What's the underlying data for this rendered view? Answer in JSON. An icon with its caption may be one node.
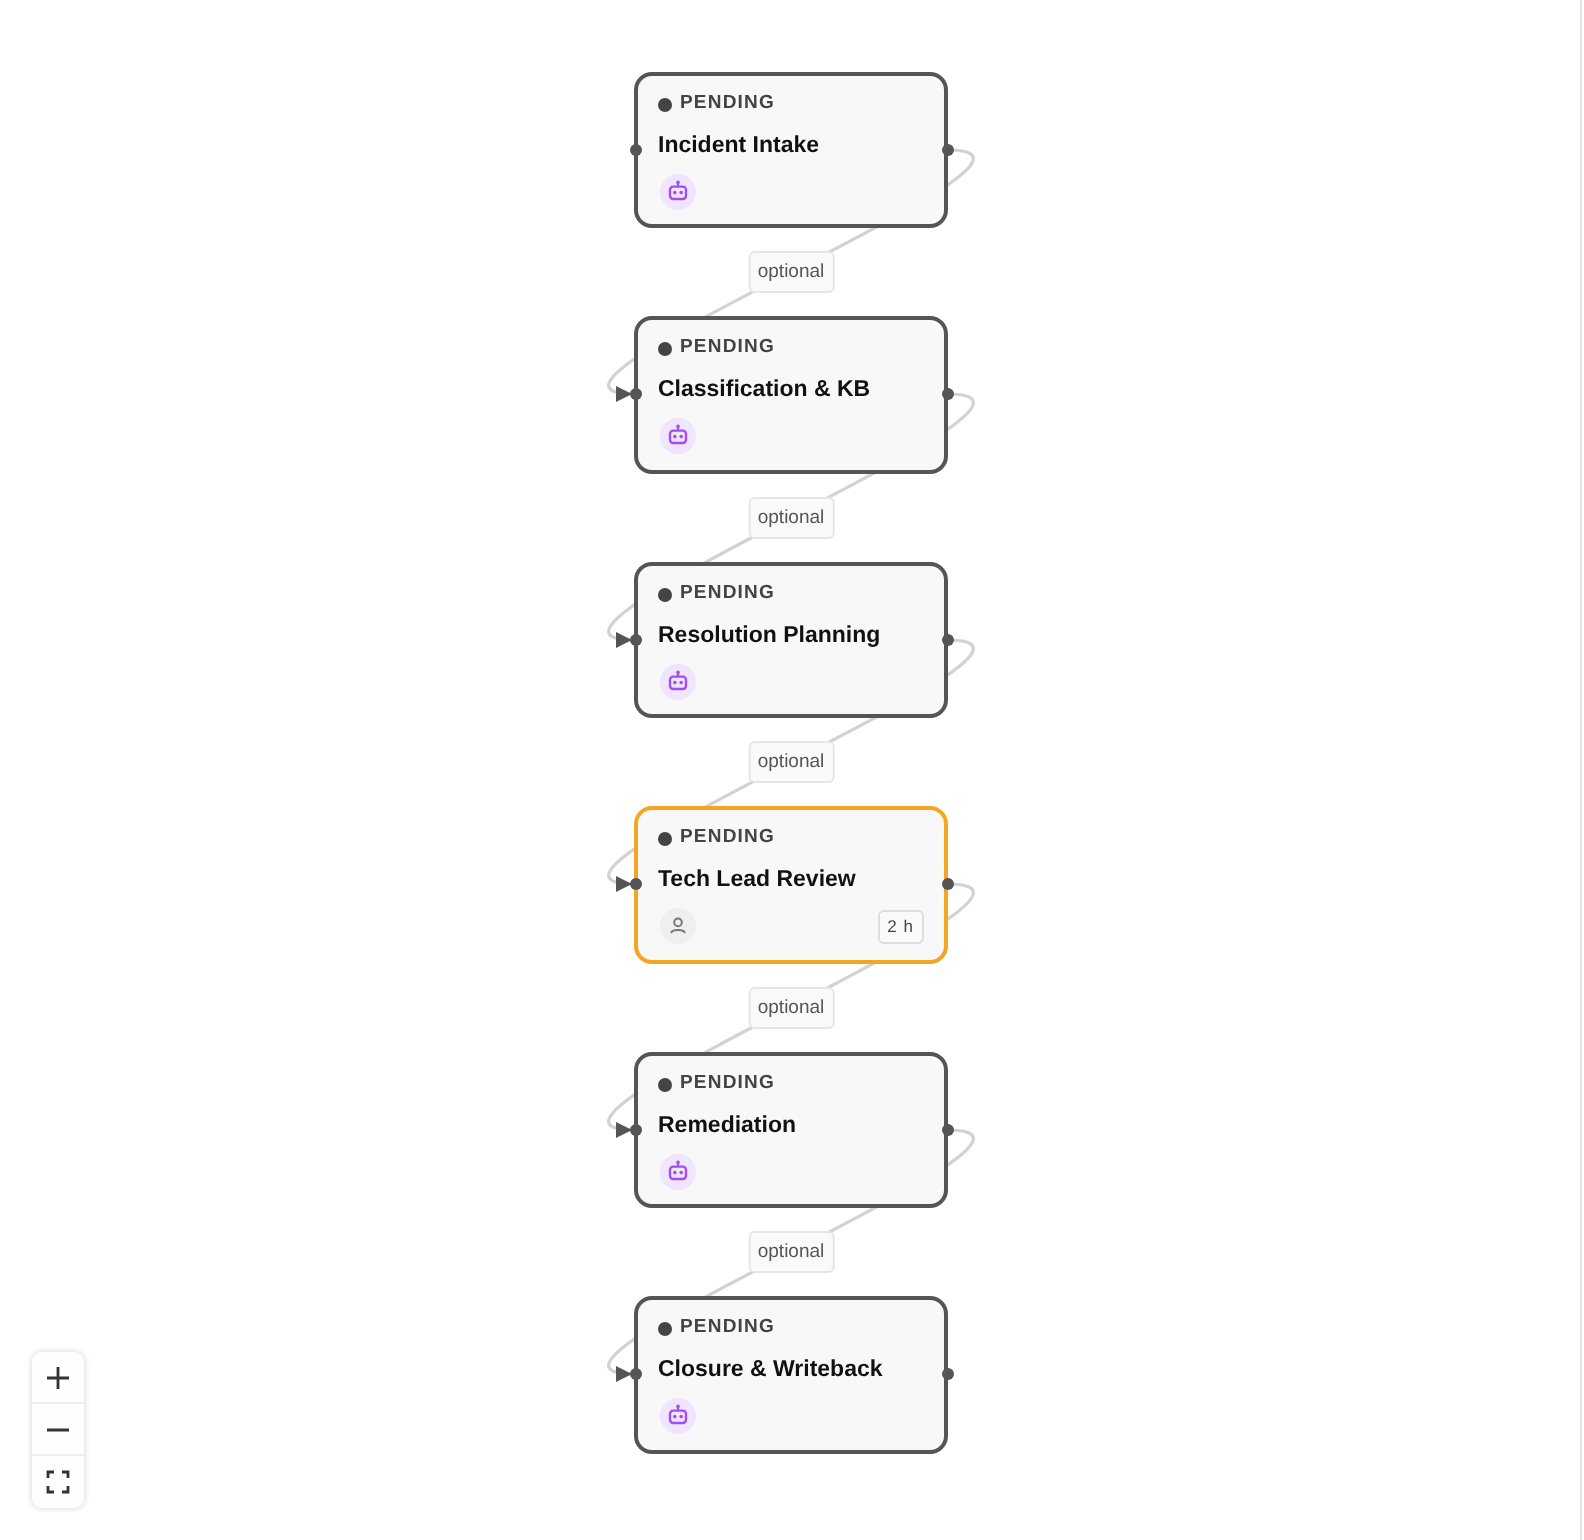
{
  "diagram": {
    "nodes": [
      {
        "text": [
          "PENDING",
          "Incident Intake"
        ]
      },
      {
        "text": [
          "PENDING",
          "Classification & KB"
        ]
      },
      {
        "text": [
          "PENDING",
          "Resolution Planning"
        ]
      },
      {
        "text": [
          "PENDING",
          "Tech Lead Review",
          "2 h"
        ]
      },
      {
        "text": [
          "PENDING",
          "Remediation"
        ]
      },
      {
        "text": [
          "PENDING",
          "Closure & Writeback"
        ]
      }
    ],
    "edges": [
      {
        "from": 0,
        "to": 1,
        "arrow": "to",
        "label": "optional"
      },
      {
        "from": 1,
        "to": 2,
        "arrow": "to",
        "label": "optional"
      },
      {
        "from": 2,
        "to": 3,
        "arrow": "to",
        "label": "optional"
      },
      {
        "from": 3,
        "to": 4,
        "arrow": "to",
        "label": "optional"
      },
      {
        "from": 4,
        "to": 5,
        "arrow": "to",
        "label": "optional"
      }
    ]
  }
}
